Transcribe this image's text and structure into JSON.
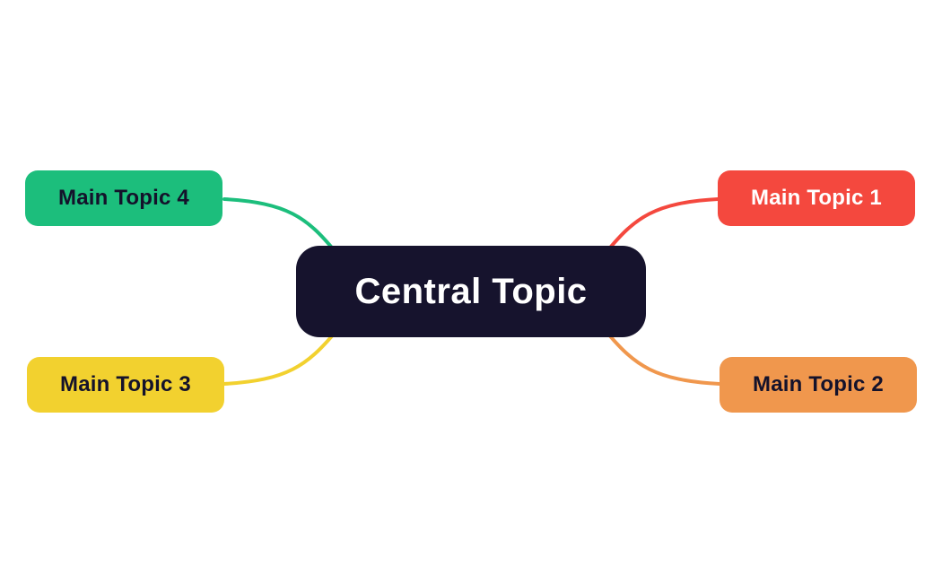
{
  "diagram": {
    "type": "mindmap",
    "central": {
      "label": "Central Topic",
      "bg_color": "#16132d",
      "text_color": "#ffffff"
    },
    "topics": [
      {
        "label": "Main Topic 1",
        "position": "top-right",
        "bg_color": "#f4483e",
        "text_color": "#ffffff",
        "connector_color": "#f4483e"
      },
      {
        "label": "Main Topic 2",
        "position": "bottom-right",
        "bg_color": "#f0974d",
        "text_color": "#14122b",
        "connector_color": "#f0974d"
      },
      {
        "label": "Main Topic 3",
        "position": "bottom-left",
        "bg_color": "#f2d12f",
        "text_color": "#14122b",
        "connector_color": "#f2d12f"
      },
      {
        "label": "Main Topic 4",
        "position": "top-left",
        "bg_color": "#1cbe7c",
        "text_color": "#14122b",
        "connector_color": "#1cbe7c"
      }
    ]
  }
}
